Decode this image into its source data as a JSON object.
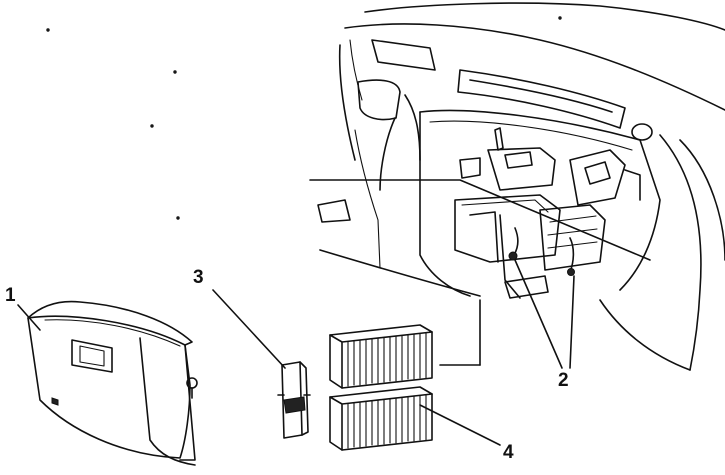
{
  "callouts": {
    "glove_box": "1",
    "retainer_clips": "2",
    "filter_cover": "3",
    "cabin_filters": "4"
  }
}
